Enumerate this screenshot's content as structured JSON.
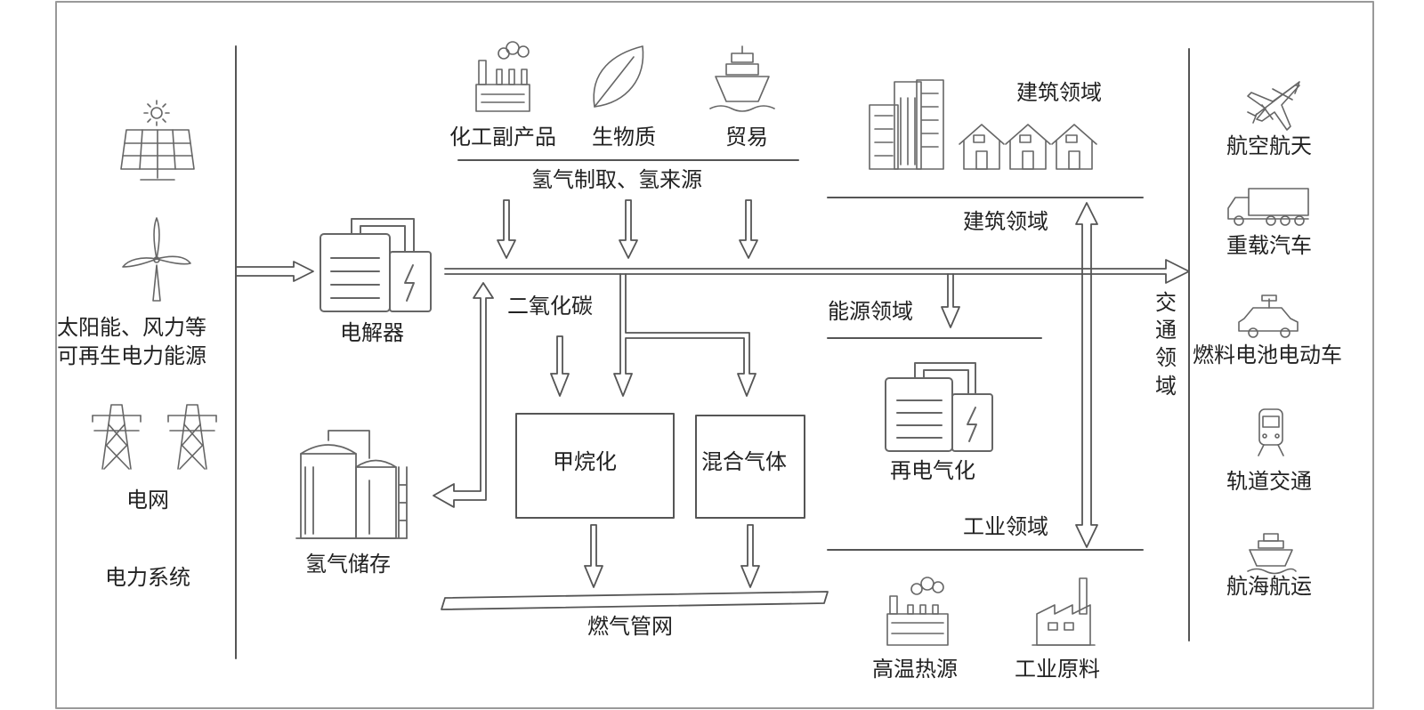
{
  "power_system": {
    "renewables_line1": "太阳能、风力等",
    "renewables_line2": "可再生电力能源",
    "grid": "电网",
    "title": "电力系统"
  },
  "electrolyzer": "电解器",
  "hydrogen_storage": "氢气储存",
  "sources": {
    "chemical_byproduct": "化工副产品",
    "biomass": "生物质",
    "trade": "贸易",
    "title": "氢气制取、氢来源"
  },
  "co2": "二氧化碳",
  "methanation": "甲烷化",
  "gas_mix": "混合气体",
  "gas_network": "燃气管网",
  "building": {
    "label_top": "建筑领域",
    "label_line": "建筑领域"
  },
  "energy": {
    "label": "能源领域",
    "reelectrification": "再电气化"
  },
  "industry": {
    "label": "工业领域",
    "high_temp_heat": "高温热源",
    "raw_material": "工业原料"
  },
  "transport": {
    "label": "交通领域",
    "aviation": "航空航天",
    "heavy_truck": "重载汽车",
    "fcev": "燃料电池电动车",
    "rail": "轨道交通",
    "shipping": "航海航运"
  }
}
